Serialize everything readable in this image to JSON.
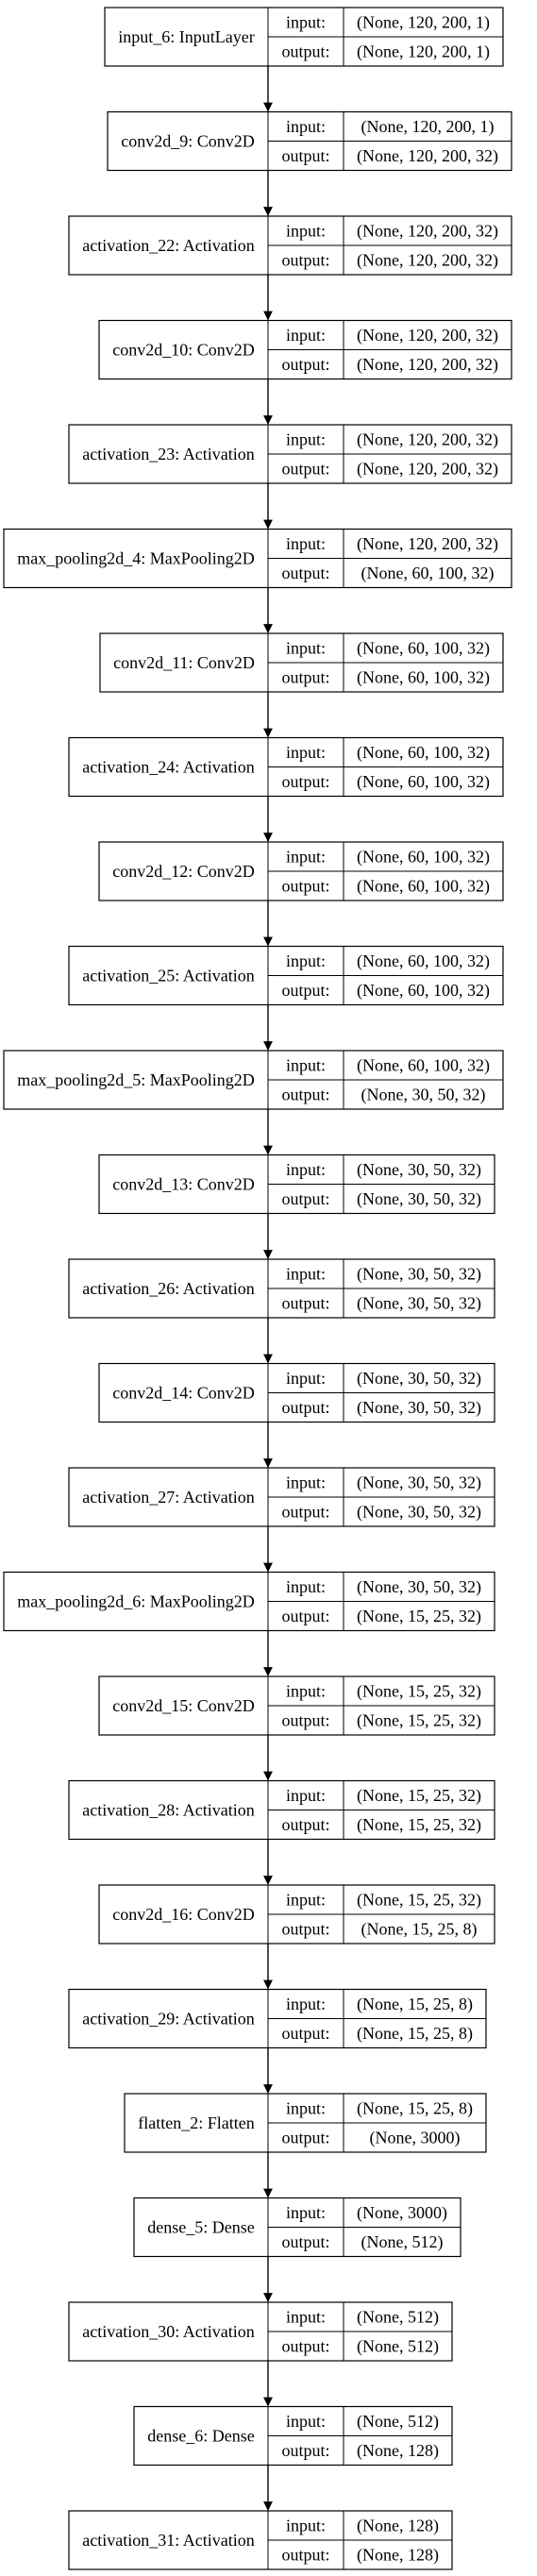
{
  "layers": [
    {
      "name": "input_6: InputLayer",
      "input_label": "input:",
      "output_label": "output:",
      "input_shape": "(None, 120, 200, 1)",
      "output_shape": "(None, 120, 200, 1)"
    },
    {
      "name": "conv2d_9: Conv2D",
      "input_label": "input:",
      "output_label": "output:",
      "input_shape": "(None, 120, 200, 1)",
      "output_shape": "(None, 120, 200, 32)"
    },
    {
      "name": "activation_22: Activation",
      "input_label": "input:",
      "output_label": "output:",
      "input_shape": "(None, 120, 200, 32)",
      "output_shape": "(None, 120, 200, 32)"
    },
    {
      "name": "conv2d_10: Conv2D",
      "input_label": "input:",
      "output_label": "output:",
      "input_shape": "(None, 120, 200, 32)",
      "output_shape": "(None, 120, 200, 32)"
    },
    {
      "name": "activation_23: Activation",
      "input_label": "input:",
      "output_label": "output:",
      "input_shape": "(None, 120, 200, 32)",
      "output_shape": "(None, 120, 200, 32)"
    },
    {
      "name": "max_pooling2d_4: MaxPooling2D",
      "input_label": "input:",
      "output_label": "output:",
      "input_shape": "(None, 120, 200, 32)",
      "output_shape": "(None, 60, 100, 32)"
    },
    {
      "name": "conv2d_11: Conv2D",
      "input_label": "input:",
      "output_label": "output:",
      "input_shape": "(None, 60, 100, 32)",
      "output_shape": "(None, 60, 100, 32)"
    },
    {
      "name": "activation_24: Activation",
      "input_label": "input:",
      "output_label": "output:",
      "input_shape": "(None, 60, 100, 32)",
      "output_shape": "(None, 60, 100, 32)"
    },
    {
      "name": "conv2d_12: Conv2D",
      "input_label": "input:",
      "output_label": "output:",
      "input_shape": "(None, 60, 100, 32)",
      "output_shape": "(None, 60, 100, 32)"
    },
    {
      "name": "activation_25: Activation",
      "input_label": "input:",
      "output_label": "output:",
      "input_shape": "(None, 60, 100, 32)",
      "output_shape": "(None, 60, 100, 32)"
    },
    {
      "name": "max_pooling2d_5: MaxPooling2D",
      "input_label": "input:",
      "output_label": "output:",
      "input_shape": "(None, 60, 100, 32)",
      "output_shape": "(None, 30, 50, 32)"
    },
    {
      "name": "conv2d_13: Conv2D",
      "input_label": "input:",
      "output_label": "output:",
      "input_shape": "(None, 30, 50, 32)",
      "output_shape": "(None, 30, 50, 32)"
    },
    {
      "name": "activation_26: Activation",
      "input_label": "input:",
      "output_label": "output:",
      "input_shape": "(None, 30, 50, 32)",
      "output_shape": "(None, 30, 50, 32)"
    },
    {
      "name": "conv2d_14: Conv2D",
      "input_label": "input:",
      "output_label": "output:",
      "input_shape": "(None, 30, 50, 32)",
      "output_shape": "(None, 30, 50, 32)"
    },
    {
      "name": "activation_27: Activation",
      "input_label": "input:",
      "output_label": "output:",
      "input_shape": "(None, 30, 50, 32)",
      "output_shape": "(None, 30, 50, 32)"
    },
    {
      "name": "max_pooling2d_6: MaxPooling2D",
      "input_label": "input:",
      "output_label": "output:",
      "input_shape": "(None, 30, 50, 32)",
      "output_shape": "(None, 15, 25, 32)"
    },
    {
      "name": "conv2d_15: Conv2D",
      "input_label": "input:",
      "output_label": "output:",
      "input_shape": "(None, 15, 25, 32)",
      "output_shape": "(None, 15, 25, 32)"
    },
    {
      "name": "activation_28: Activation",
      "input_label": "input:",
      "output_label": "output:",
      "input_shape": "(None, 15, 25, 32)",
      "output_shape": "(None, 15, 25, 32)"
    },
    {
      "name": "conv2d_16: Conv2D",
      "input_label": "input:",
      "output_label": "output:",
      "input_shape": "(None, 15, 25, 32)",
      "output_shape": "(None, 15, 25, 8)"
    },
    {
      "name": "activation_29: Activation",
      "input_label": "input:",
      "output_label": "output:",
      "input_shape": "(None, 15, 25, 8)",
      "output_shape": "(None, 15, 25, 8)"
    },
    {
      "name": "flatten_2: Flatten",
      "input_label": "input:",
      "output_label": "output:",
      "input_shape": "(None, 15, 25, 8)",
      "output_shape": "(None, 3000)"
    },
    {
      "name": "dense_5: Dense",
      "input_label": "input:",
      "output_label": "output:",
      "input_shape": "(None, 3000)",
      "output_shape": "(None, 512)"
    },
    {
      "name": "activation_30: Activation",
      "input_label": "input:",
      "output_label": "output:",
      "input_shape": "(None, 512)",
      "output_shape": "(None, 512)"
    },
    {
      "name": "dense_6: Dense",
      "input_label": "input:",
      "output_label": "output:",
      "input_shape": "(None, 512)",
      "output_shape": "(None, 128)"
    },
    {
      "name": "activation_31: Activation",
      "input_label": "input:",
      "output_label": "output:",
      "input_shape": "(None, 128)",
      "output_shape": "(None, 128)"
    }
  ]
}
